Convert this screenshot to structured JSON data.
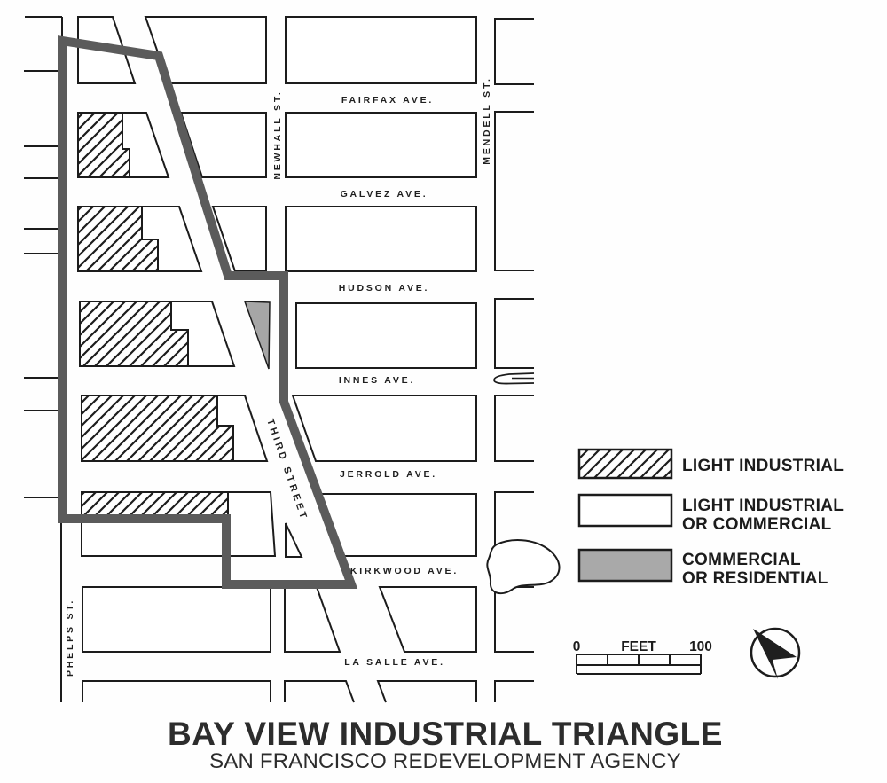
{
  "title": {
    "main": "BAY VIEW INDUSTRIAL TRIANGLE",
    "sub": "SAN FRANCISCO REDEVELOPMENT AGENCY"
  },
  "streets": {
    "avenues": [
      "FAIRFAX AVE.",
      "GALVEZ AVE.",
      "HUDSON AVE.",
      "INNES AVE.",
      "JERROLD AVE.",
      "KIRKWOOD AVE.",
      "LA SALLE AVE."
    ],
    "verticals": [
      "PHELPS ST.",
      "NEWHALL ST.",
      "THIRD STREET",
      "MENDELL ST."
    ]
  },
  "legend": {
    "items": [
      {
        "style": "hatched",
        "line1": "LIGHT INDUSTRIAL",
        "line2": ""
      },
      {
        "style": "white",
        "line1": "LIGHT INDUSTRIAL",
        "line2": "OR COMMERCIAL"
      },
      {
        "style": "gray",
        "line1": "COMMERCIAL",
        "line2": "OR RESIDENTIAL"
      }
    ]
  },
  "scalebar": {
    "zero": "0",
    "unit": "FEET",
    "max": "100"
  },
  "north_arrow": "north-arrow-compass",
  "colors": {
    "boundary": "#5b5b5b",
    "line": "#1c1c1c",
    "gray_zone": "#a6a6a6",
    "legend_gray": "#a9a9a9",
    "background": "#fefefe"
  }
}
